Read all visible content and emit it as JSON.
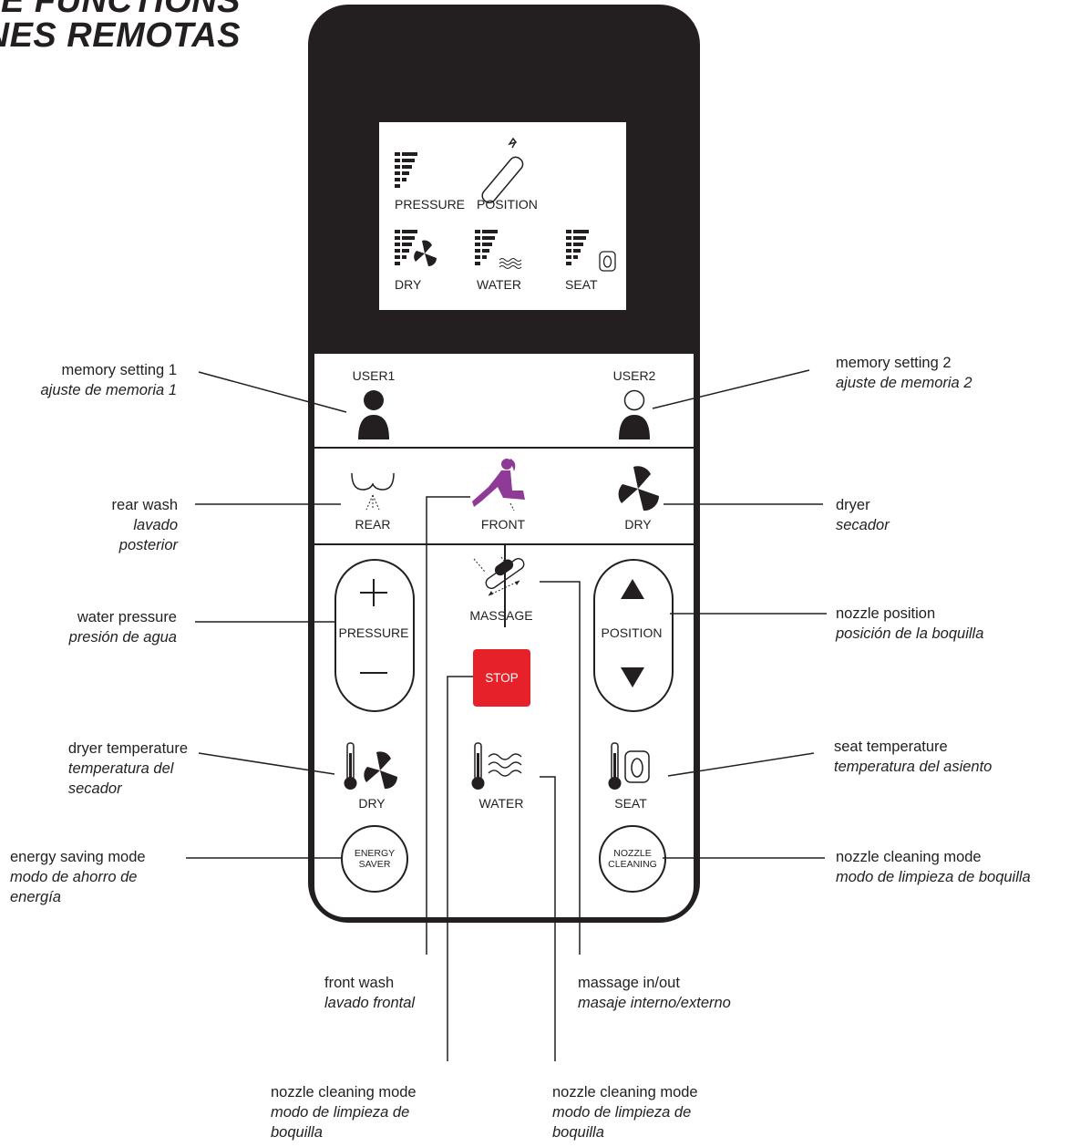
{
  "title": {
    "line1": "E FUNCTIONS",
    "line2": "ONES REMOTAS"
  },
  "screen": {
    "pressure": "PRESSURE",
    "position": "POSITION",
    "dry": "DRY",
    "water": "WATER",
    "seat": "SEAT"
  },
  "buttons": {
    "user1": "USER1",
    "user2": "USER2",
    "rear": "REAR",
    "front": "FRONT",
    "dry": "DRY",
    "pressure": "PRESSURE",
    "massage": "MASSAGE",
    "position": "POSITION",
    "stop": "STOP",
    "dry_temp": "DRY",
    "water_temp": "WATER",
    "seat_temp": "SEAT",
    "energy_1": "ENERGY",
    "energy_2": "SAVER",
    "nozzle_1": "NOZZLE",
    "nozzle_2": "CLEANING"
  },
  "annotations": {
    "memory1": {
      "en": "memory setting 1",
      "es": "ajuste de memoria 1"
    },
    "memory2": {
      "en": "memory setting 2",
      "es": "ajuste de memoria 2"
    },
    "rear_wash": {
      "en": "rear wash",
      "es1": "lavado",
      "es2": "posterior"
    },
    "dryer": {
      "en": "dryer",
      "es": "secador"
    },
    "water_pressure": {
      "en": "water pressure",
      "es": "presión de agua"
    },
    "nozzle_position": {
      "en": "nozzle position",
      "es": "posición de la boquilla"
    },
    "dryer_temperature": {
      "en": "dryer temperature",
      "es1": "temperatura del",
      "es2": "secador"
    },
    "seat_temperature": {
      "en": "seat temperature",
      "es": "temperatura del asiento"
    },
    "energy_saving": {
      "en": "energy saving mode",
      "es1": "modo de ahorro de",
      "es2": "energía"
    },
    "nozzle_cleaning_right": {
      "en": "nozzle cleaning mode",
      "es": "modo de limpieza de boquilla"
    },
    "front_wash": {
      "en": "front wash",
      "es": "lavado frontal"
    },
    "massage": {
      "en": "massage in/out",
      "es": "masaje interno/externo"
    },
    "nozzle_cleaning_bl": {
      "en": "nozzle cleaning mode",
      "es1": "modo de limpieza de",
      "es2": "boquilla"
    },
    "nozzle_cleaning_br": {
      "en": "nozzle cleaning mode",
      "es1": "modo de limpieza de",
      "es2": "boquilla"
    }
  },
  "colors": {
    "body": "#231f20",
    "stop": "#e62129",
    "front_icon": "#8e3a96"
  },
  "icons": [
    "pressure-bars-icon",
    "nozzle-icon",
    "fan-icon",
    "water-wave-icon",
    "seat-icon",
    "user-icon",
    "rear-wash-icon",
    "front-wash-icon",
    "thermometer-icon",
    "arrow-up-icon",
    "arrow-down-icon",
    "plus-icon",
    "minus-icon",
    "massage-icon"
  ]
}
